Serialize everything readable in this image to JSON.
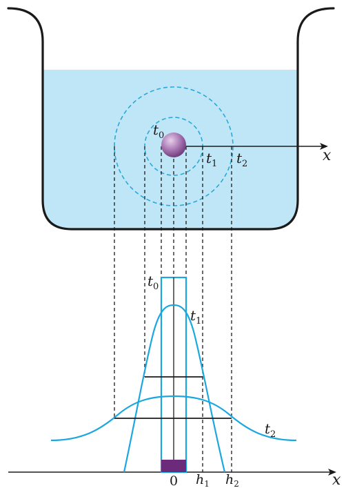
{
  "labels": {
    "x_top": "x",
    "x_bottom": "x",
    "origin": "0",
    "t0_top": {
      "base": "t",
      "sub": "0"
    },
    "t1_top": {
      "base": "t",
      "sub": "1"
    },
    "t2_top": {
      "base": "t",
      "sub": "2"
    },
    "t0_bottom": {
      "base": "t",
      "sub": "0"
    },
    "t1_bottom": {
      "base": "t",
      "sub": "1"
    },
    "t2_bottom": {
      "base": "t",
      "sub": "2"
    },
    "h1": {
      "base": "h",
      "sub": "1"
    },
    "h2": {
      "base": "h",
      "sub": "2"
    }
  },
  "colors": {
    "water": "#bfe6f7",
    "curve": "#1aa7e0",
    "ring": "#2aa8d8",
    "ball_light": "#e7d0ea",
    "ball_dark": "#6f3a7a",
    "marker": "#6b2a7a",
    "outline": "#1a1a1a"
  }
}
